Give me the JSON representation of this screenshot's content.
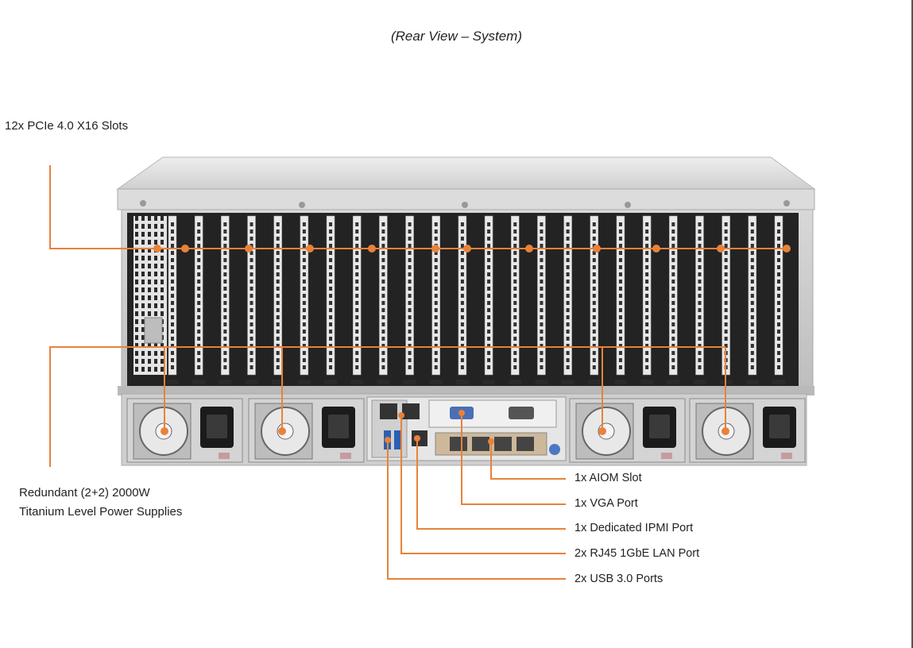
{
  "title": "(Rear View – System)",
  "callouts": {
    "pcie": "12x PCIe 4.0 X16 Slots",
    "psu_line1": "Redundant (2+2) 2000W",
    "psu_line2": "Titanium Level Power Supplies",
    "aiom": "1x AIOM Slot",
    "vga": "1x VGA Port",
    "ipmi": "1x Dedicated IPMI Port",
    "lan": "2x RJ45 1GbE LAN Port",
    "usb": "2x USB 3.0 Ports"
  },
  "colors": {
    "callout_line": "#e8823a",
    "chassis": "#d9d9d9",
    "chassis_dark": "#1e1e1e"
  },
  "counts": {
    "pcie_slots": 12,
    "power_supplies": 4
  }
}
